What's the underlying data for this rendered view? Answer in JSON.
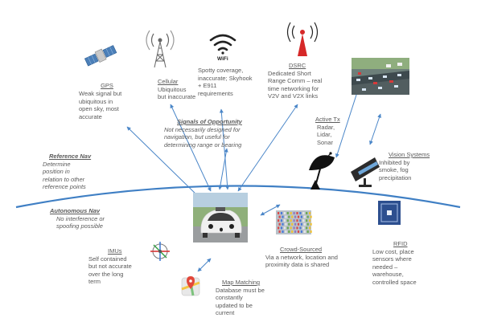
{
  "nodes": {
    "gps": {
      "title": "GPS",
      "desc": "Weak signal but\nubiquitous in\nopen sky, most\naccurate"
    },
    "cellular": {
      "title": "Cellular",
      "desc": "Ubiquitous\nbut inaccurate"
    },
    "wifi": {
      "icon_text": "WiFi",
      "desc": "Spotty coverage,\ninaccurate; Skyhook\n+ E911\nrequirements"
    },
    "dsrc": {
      "title": "DSRC",
      "desc": "Dedicated Short\nRange Comm – real\ntime networking for\nV2V and V2X links"
    },
    "signals": {
      "title": "Signals of Opportunity",
      "desc": "Not necessarily designed for\nnavigation, but useful for\ndetermining range or bearing"
    },
    "active_tx": {
      "title": "Active Tx",
      "desc": "Radar,\nLidar,\nSonar"
    },
    "vision": {
      "title": "Vision Systems",
      "desc": "Inhibited by\nsmoke, fog\nprecipitation"
    },
    "reference": {
      "title": "Reference Nav",
      "desc": "Determine\nposition in\nrelation to other\nreference points"
    },
    "autonomous": {
      "title": "Autonomous Nav",
      "desc": "No interference or\nspoofing possible"
    },
    "imus": {
      "title": "IMUs",
      "desc": "Self contained\nbut not accurate\nover the long\nterm"
    },
    "crowd": {
      "title": "Crowd-Sourced",
      "desc": "Via a network, location and\nproximity data is shared"
    },
    "rfid": {
      "title": "RFID",
      "desc": "Low cost, place\nsensors where\nneeded –\nwarehouse,\ncontrolled space"
    },
    "map": {
      "title": "Map Matching",
      "desc": "Database must be\nconstantly\nupdated to be\ncurrent"
    }
  },
  "icons": [
    "satellite-icon",
    "cell-tower-icon",
    "wifi-icon",
    "dsrc-antenna-icon",
    "traffic-photo",
    "radar-dish-icon",
    "camera-icon",
    "self-driving-car-photo",
    "gyroscope-icon",
    "crowd-photo",
    "rfid-chip-icon",
    "map-pin-icon"
  ],
  "colors": {
    "accent": "#4a86c8",
    "curve": "#3f7fc4",
    "text": "#5a5a5a"
  }
}
